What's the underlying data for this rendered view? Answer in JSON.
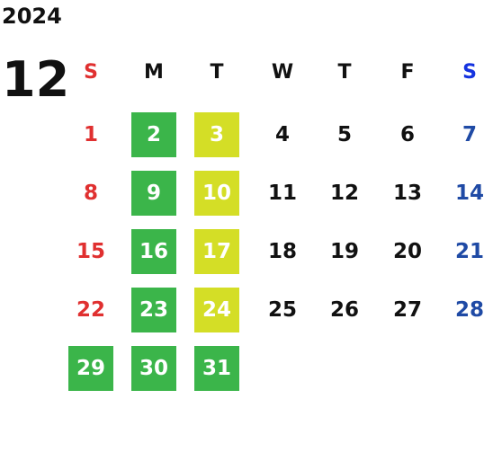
{
  "calendar": {
    "year": "2024",
    "month": "12",
    "weekdays": [
      "S",
      "M",
      "T",
      "W",
      "T",
      "F",
      "S"
    ],
    "weeks": [
      [
        "1",
        "2",
        "3",
        "4",
        "5",
        "6",
        "7"
      ],
      [
        "8",
        "9",
        "10",
        "11",
        "12",
        "13",
        "14"
      ],
      [
        "15",
        "16",
        "17",
        "18",
        "19",
        "20",
        "21"
      ],
      [
        "22",
        "23",
        "24",
        "25",
        "26",
        "27",
        "28"
      ],
      [
        "29",
        "30",
        "31",
        "",
        "",
        "",
        ""
      ]
    ]
  },
  "colors": {
    "sunday": "#e03030",
    "saturday_header": "#1533e0",
    "saturday": "#1f4aa5",
    "highlight_green": "#3bb54a",
    "highlight_lime": "#d4de26"
  }
}
